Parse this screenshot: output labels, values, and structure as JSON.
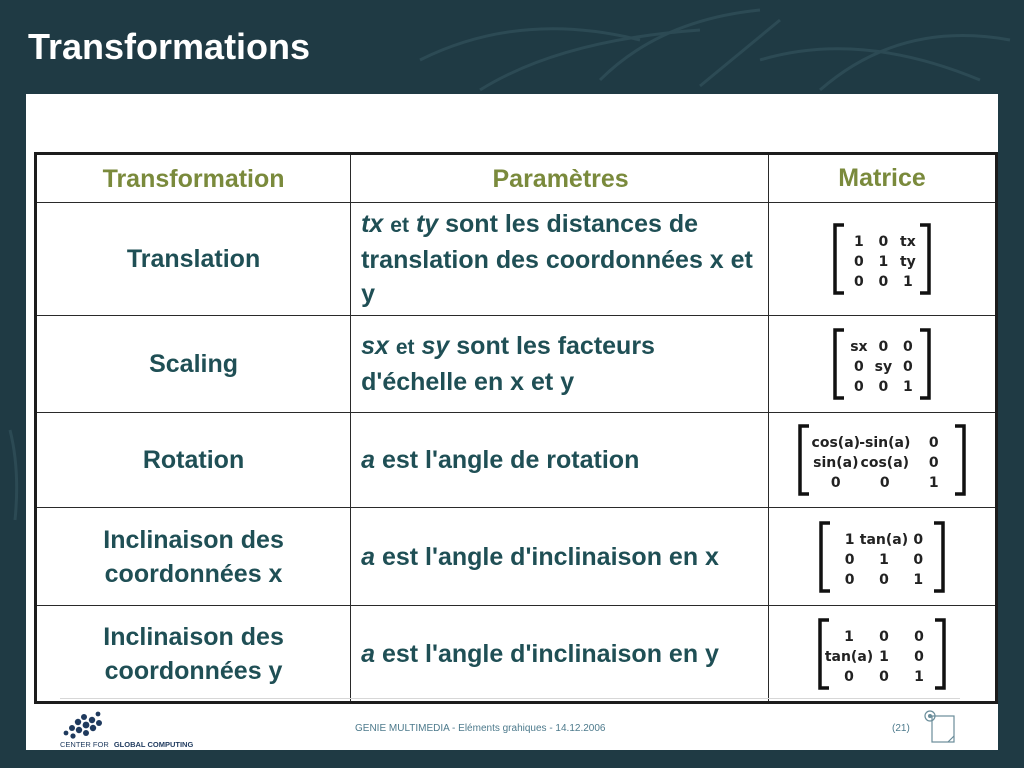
{
  "slide": {
    "title": "Transformations"
  },
  "table": {
    "headers": {
      "transformation": "Transformation",
      "parametres": "Paramètres",
      "matrice": "Matrice"
    },
    "rows": [
      {
        "name": "Translation",
        "var1": "tx",
        "conj": "et",
        "var2": "ty",
        "rest": "sont les distances de translation des coordonnées x et y",
        "matrix": [
          [
            "1",
            "0",
            "tx"
          ],
          [
            "0",
            "1",
            "ty"
          ],
          [
            "0",
            "0",
            "1"
          ]
        ]
      },
      {
        "name": "Scaling",
        "var1": "sx",
        "conj": "et",
        "var2": "sy",
        "rest": "sont les facteurs d'échelle en x et y",
        "matrix": [
          [
            "sx",
            "0",
            "0"
          ],
          [
            "0",
            "sy",
            "0"
          ],
          [
            "0",
            "0",
            "1"
          ]
        ]
      },
      {
        "name": "Rotation",
        "var1": "a",
        "rest": "est l'angle de rotation",
        "matrix": [
          [
            "cos(a)",
            "-sin(a)",
            "0"
          ],
          [
            "sin(a)",
            "cos(a)",
            "0"
          ],
          [
            "0",
            "0",
            "1"
          ]
        ]
      },
      {
        "name": "Inclinaison des coordonnées x",
        "var1": "a",
        "rest": "est l'angle d'inclinaison en x",
        "matrix": [
          [
            "1",
            "tan(a)",
            "0"
          ],
          [
            "0",
            "1",
            "0"
          ],
          [
            "0",
            "0",
            "1"
          ]
        ]
      },
      {
        "name": "Inclinaison des coordonnées y",
        "var1": "a",
        "rest": "est l'angle d'inclinaison en y",
        "matrix": [
          [
            "1",
            "0",
            "0"
          ],
          [
            "tan(a)",
            "1",
            "0"
          ],
          [
            "0",
            "0",
            "1"
          ]
        ]
      }
    ]
  },
  "footer": {
    "logo_text_light": "CENTER FOR",
    "logo_text_bold": "GLOBAL COMPUTING",
    "center_text": "GENIE MULTIMEDIA - Eléments grahiques - 14.12.2006",
    "page_number": "(21)"
  },
  "colors": {
    "background": "#1f3a44",
    "header_text": "#7a8a3c",
    "body_text": "#1f4f55",
    "footer_text": "#4d7a8c"
  }
}
